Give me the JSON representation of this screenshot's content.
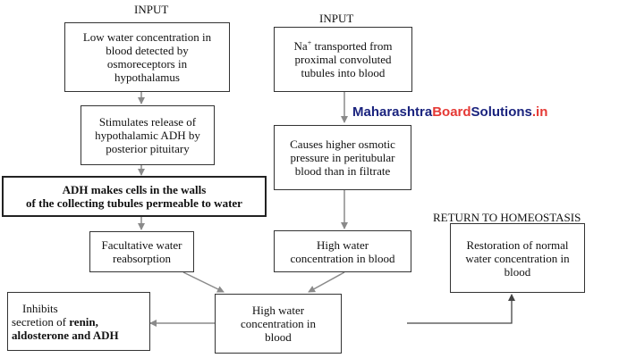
{
  "labels": {
    "input_left": "INPUT",
    "input_right": "INPUT",
    "return": "RETURN TO HOMEOSTASIS"
  },
  "boxes": {
    "low_water": "Low water concentration in\nblood detected by\nosmoreceptors in\nhypothalamus",
    "stimulates": "Stimulates release of\nhypothalamic ADH by\nposterior pituitary",
    "adh_makes": "ADH makes cells in the walls\nof the collecting tubules permeable to water",
    "facultative": "Facultative water\nreabsorption",
    "high_water_center": "High water\nconcentration in\nblood",
    "inhibits_line1": "Inhibits",
    "inhibits_line2_pre": "secretion of ",
    "inhibits_line2_bold": "renin,",
    "inhibits_line3_bold": "aldosterone and ADH",
    "na_symbol": "Na",
    "na_sup": "+",
    "na_line1_rest": " transported from",
    "na_rest": "proximal convoluted\ntubules into blood",
    "osmotic": "Causes higher osmotic\npressure in peritubular\nblood than in filtrate",
    "high_water_right": "High water\nconcentration in blood",
    "restoration": "Restoration of normal\nwater concentration in\nblood"
  },
  "watermark": {
    "part1": "Maharashtra",
    "part2": "Board",
    "part3": "Solutions",
    "part4": ".in"
  },
  "colors": {
    "arrow": "#8a8a8a",
    "border": "#333333",
    "watermark_primary": "#1a237e",
    "watermark_accent": "#e53935"
  }
}
